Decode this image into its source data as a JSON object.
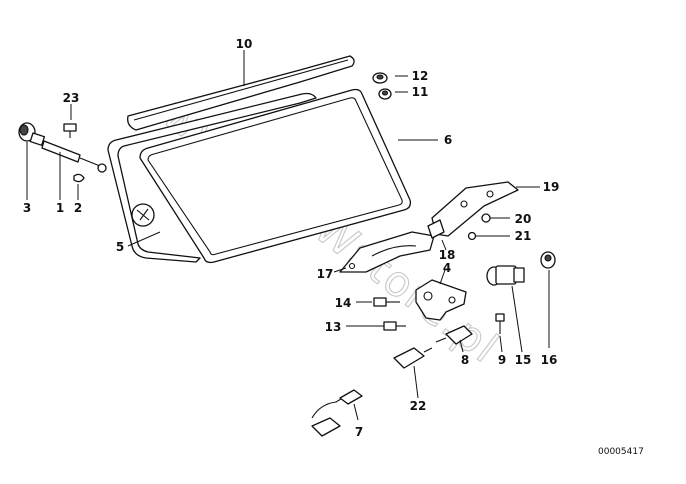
{
  "callouts": {
    "c1": "1",
    "c2": "2",
    "c3": "3",
    "c4": "4",
    "c5": "5",
    "c6": "6",
    "c7": "7",
    "c8": "8",
    "c9": "9",
    "c10": "10",
    "c11": "11",
    "c12": "12",
    "c13": "13",
    "c14": "14",
    "c15": "15",
    "c16": "16",
    "c17": "17",
    "c18": "18",
    "c19": "19",
    "c20": "20",
    "c21": "21",
    "c22": "22",
    "c23": "23"
  },
  "watermark": "www.BMWstore.pl",
  "document_number": "00005417"
}
